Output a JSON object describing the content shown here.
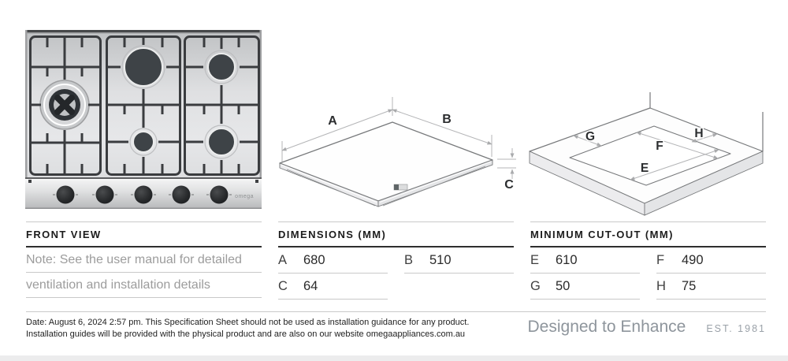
{
  "photo": {
    "brand": "omega"
  },
  "sections": {
    "front_view": {
      "title": "FRONT VIEW",
      "notes": [
        "Note: See the user manual for detailed",
        "ventilation and installation details"
      ]
    },
    "dimensions": {
      "title": "DIMENSIONS (MM)",
      "cells": [
        {
          "label": "A",
          "value": "680"
        },
        {
          "label": "B",
          "value": "510"
        },
        {
          "label": "C",
          "value": "64"
        }
      ]
    },
    "cutout": {
      "title": "MINIMUM CUT-OUT (MM)",
      "cells": [
        {
          "label": "E",
          "value": "610"
        },
        {
          "label": "F",
          "value": "490"
        },
        {
          "label": "G",
          "value": "50"
        },
        {
          "label": "H",
          "value": "75"
        }
      ]
    }
  },
  "diagrams": {
    "dimensions_labels": {
      "a": "A",
      "b": "B",
      "c": "C"
    },
    "cutout_labels": {
      "e": "E",
      "f": "F",
      "g": "G",
      "h": "H"
    }
  },
  "footer": {
    "line1": "Date: August 6, 2024 2:57 pm. This Specification Sheet should not be used as installation guidance for any product.",
    "line2": "Installation guides will be provided with the physical product and are also on our website omegaappliances.com.au",
    "tagline": "Designed to Enhance",
    "established": "EST. 1981"
  },
  "colors": {
    "heading_text": "#1c1c1c",
    "value_text": "#2a2a2a",
    "note_text": "#9c9c9c",
    "rule_light": "#c9c9c9",
    "rule_dark": "#2e2e2e",
    "tagline_text": "#8e959c",
    "diagram_line": "#77797b",
    "dimension_line": "#b4b5b7",
    "grate_dark": "#3a3c3f"
  }
}
